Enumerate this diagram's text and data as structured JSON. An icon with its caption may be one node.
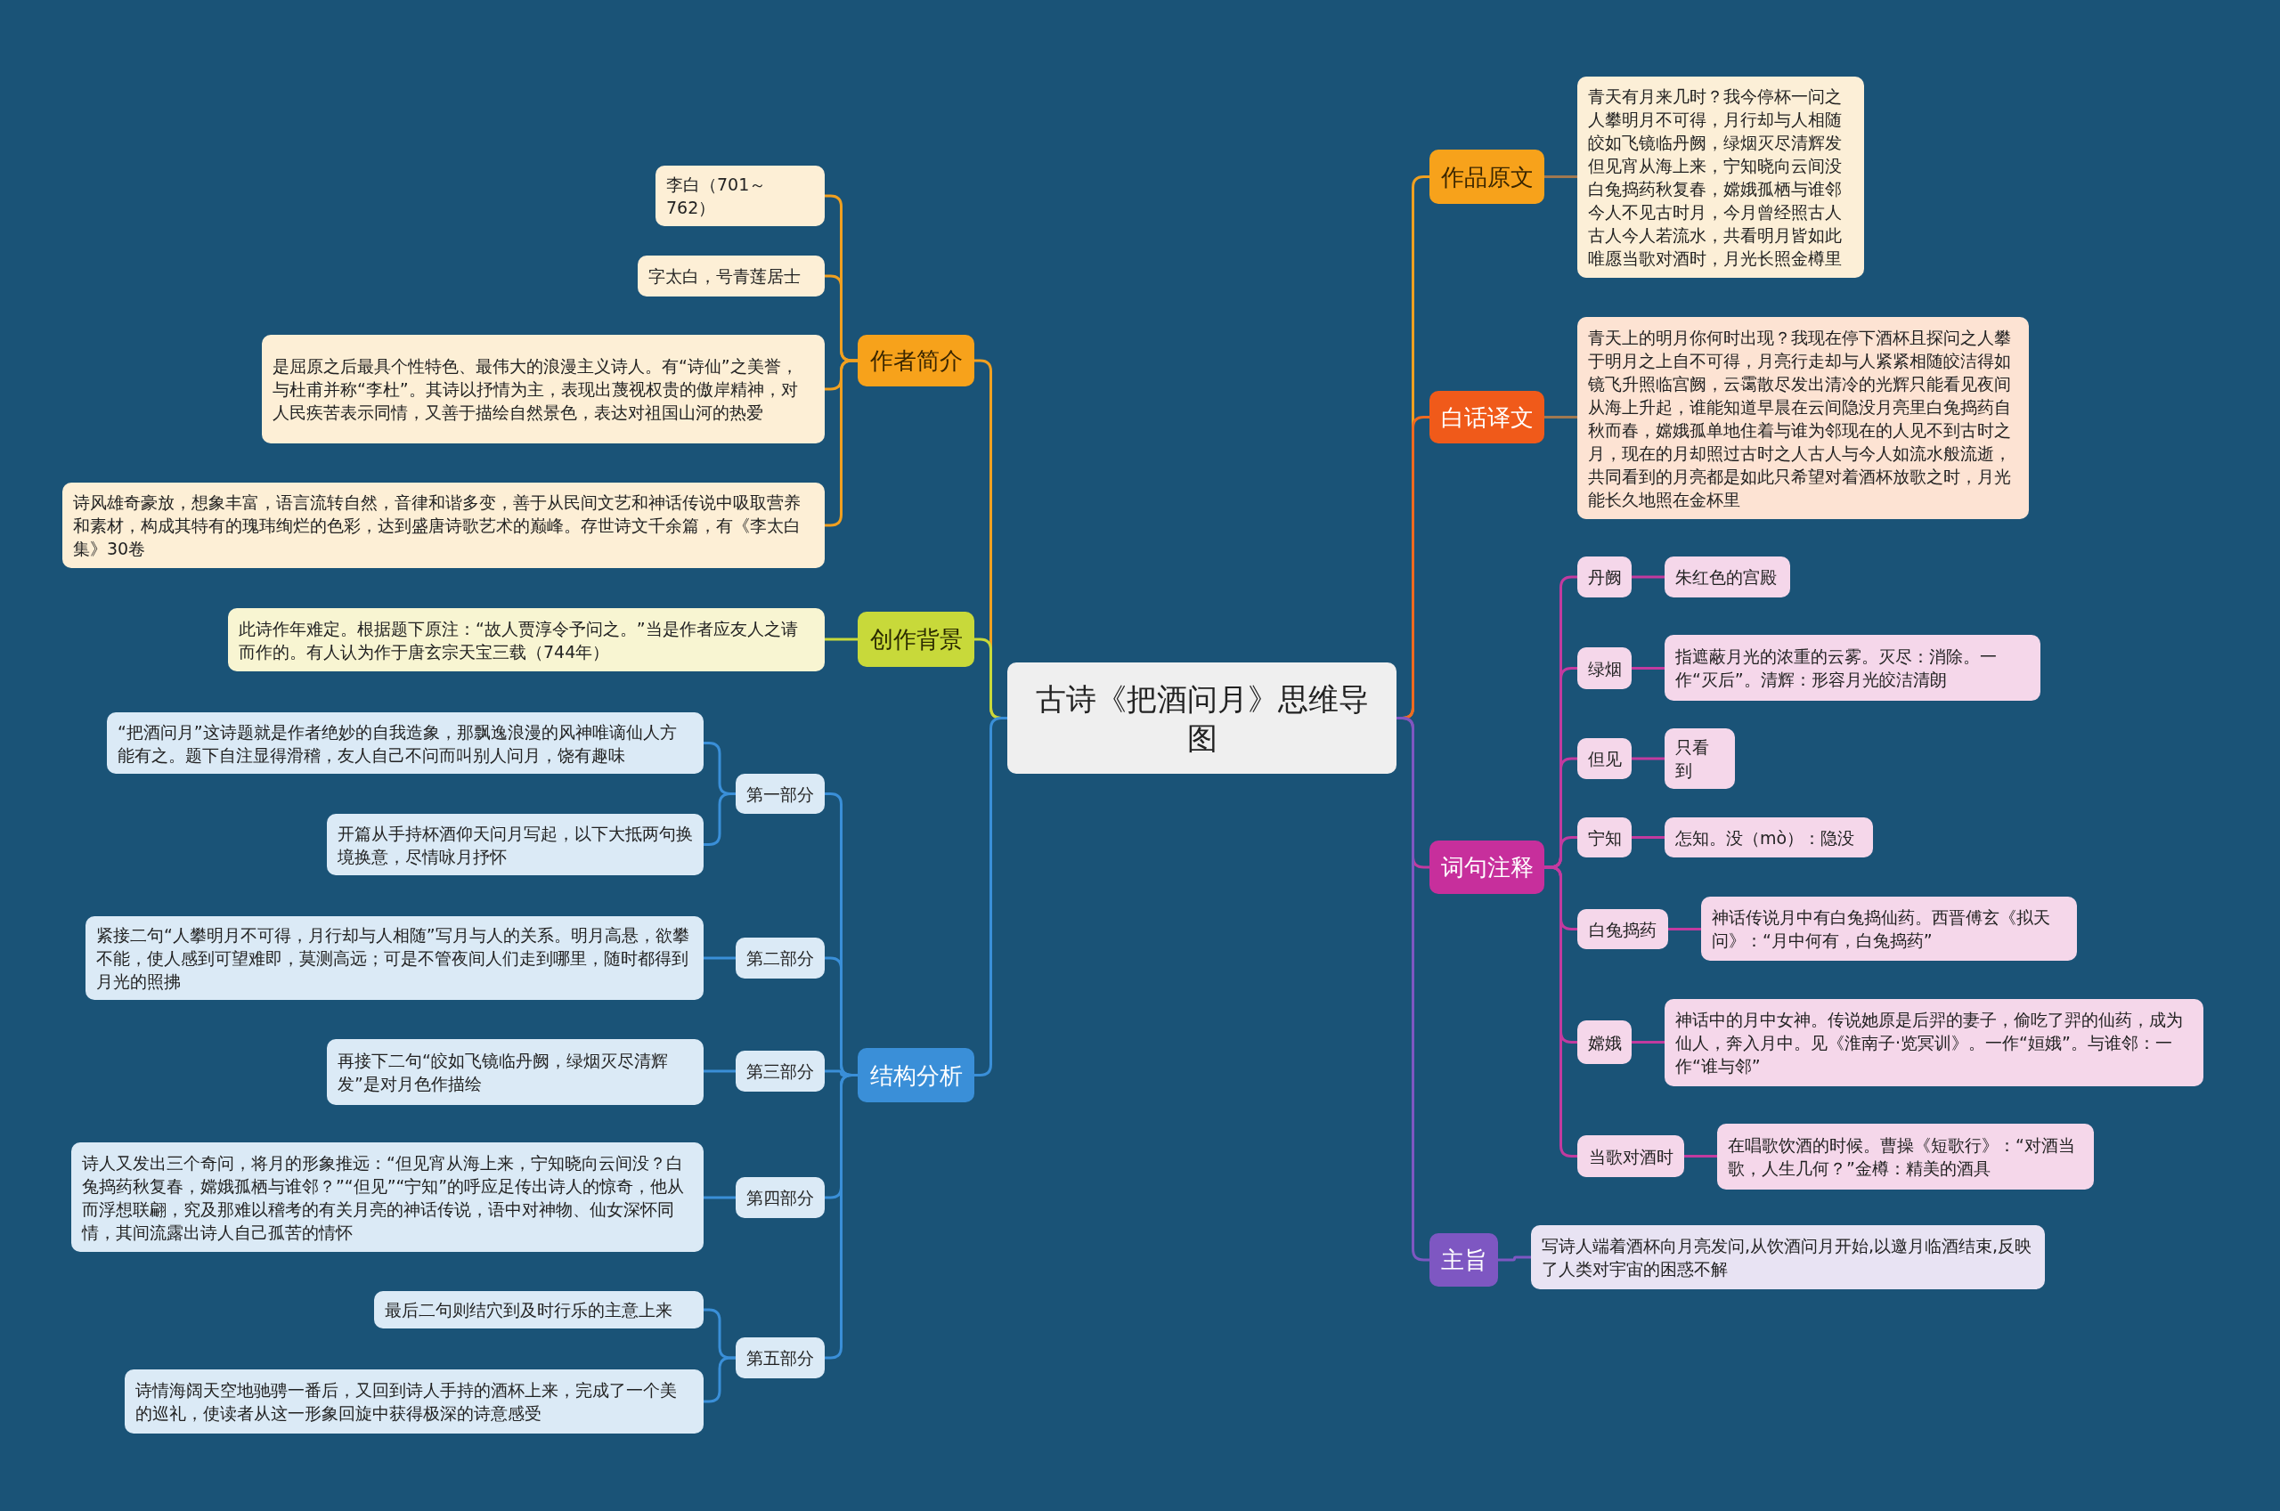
{
  "diagram": {
    "nodes": [
      {
        "text": [
          "古诗《把酒问月》思维导图"
        ]
      },
      {
        "text": [
          "作者简介"
        ]
      },
      {
        "text": [
          "李白（701～762）"
        ]
      },
      {
        "text": [
          "字太白，号青莲居士"
        ]
      },
      {
        "text": [
          "是屈原之后最具个性特色、最伟大的浪漫主义诗人。有“诗仙”之美誉，与杜甫并称“李杜”。其诗以抒情为主，表现出蔑视权贵的傲岸精神，对人民疾苦表示同情，又善于描绘自然景色，表达对祖国山河的热爱"
        ]
      },
      {
        "text": [
          "诗风雄奇豪放，想象丰富，语言流转自然，音律和谐多变，善于从民间文艺和神话传说中吸取营养和素材，构成其特有的瑰玮绚烂的色彩，达到盛唐诗歌艺术的巅峰。存世诗文千余篇，有《李太白集》30卷"
        ]
      },
      {
        "text": [
          "创作背景"
        ]
      },
      {
        "text": [
          "此诗作年难定。根据题下原注：“故人贾淳令予问之。”当是作者应友人之请而作的。有人认为作于唐玄宗天宝三载（744年）"
        ]
      },
      {
        "text": [
          "结构分析"
        ]
      },
      {
        "text": [
          "第一部分"
        ]
      },
      {
        "text": [
          "“把酒问月”这诗题就是作者绝妙的自我造象，那飘逸浪漫的风神唯谪仙人方能有之。题下自注显得滑稽，友人自己不问而叫别人问月，饶有趣味"
        ]
      },
      {
        "text": [
          "开篇从手持杯酒仰天问月写起，以下大抵两句换境换意，尽情咏月抒怀"
        ]
      },
      {
        "text": [
          "第二部分"
        ]
      },
      {
        "text": [
          "紧接二句“人攀明月不可得，月行却与人相随”写月与人的关系。明月高悬，欲攀不能，使人感到可望难即，莫测高远；可是不管夜间人们走到哪里，随时都得到月光的照拂"
        ]
      },
      {
        "text": [
          "第三部分"
        ]
      },
      {
        "text": [
          "再接下二句“皎如飞镜临丹阙，绿烟灭尽清辉发”是对月色作描绘"
        ]
      },
      {
        "text": [
          "第四部分"
        ]
      },
      {
        "text": [
          "诗人又发出三个奇问，将月的形象推远：“但见宵从海上来，宁知晓向云间没？白兔捣药秋复春，嫦娥孤栖与谁邻？”“但见”“宁知”的呼应足传出诗人的惊奇，他从而浮想联翩，究及那难以稽考的有关月亮的神话传说，语中对神物、仙女深怀同情，其间流露出诗人自己孤苦的情怀"
        ]
      },
      {
        "text": [
          "第五部分"
        ]
      },
      {
        "text": [
          "最后二句则结穴到及时行乐的主意上来"
        ]
      },
      {
        "text": [
          "诗情海阔天空地驰骋一番后，又回到诗人手持的酒杯上来，完成了一个美的巡礼，使读者从这一形象回旋中获得极深的诗意感受"
        ]
      },
      {
        "text": [
          "作品原文"
        ]
      },
      {
        "text": [
          "青天有月来几时？我今停杯一问之人攀明月不可得，月行却与人相随皎如飞镜临丹阙，绿烟灭尽清辉发但见宵从海上来，宁知晓向云间没白兔捣药秋复春，嫦娥孤栖与谁邻今人不见古时月，今月曾经照古人古人今人若流水，共看明月皆如此唯愿当歌对酒时，月光长照金樽里"
        ]
      },
      {
        "text": [
          "白话译文"
        ]
      },
      {
        "text": [
          "青天上的明月你何时出现？我现在停下酒杯且探问之人攀于明月之上自不可得，月亮行走却与人紧紧相随皎洁得如镜飞升照临宫阙，云霭散尽发出清冷的光辉只能看见夜间从海上升起，谁能知道早晨在云间隐没月亮里白兔捣药自秋而春，嫦娥孤单地住着与谁为邻现在的人见不到古时之月，现在的月却照过古时之人古人与今人如流水般流逝，共同看到的月亮都是如此只希望对着酒杯放歌之时，月光能长久地照在金杯里"
        ]
      },
      {
        "text": [
          "词句注释"
        ]
      },
      {
        "text": [
          "丹阙"
        ]
      },
      {
        "text": [
          "朱红色的宫殿"
        ]
      },
      {
        "text": [
          "绿烟"
        ]
      },
      {
        "text": [
          "指遮蔽月光的浓重的云雾。灭尽：消除。一作“灭后”。清辉：形容月光皎洁清朗"
        ]
      },
      {
        "text": [
          "但见"
        ]
      },
      {
        "text": [
          "只看到"
        ]
      },
      {
        "text": [
          "宁知"
        ]
      },
      {
        "text": [
          "怎知。没（mò）：隐没"
        ]
      },
      {
        "text": [
          "白兔捣药"
        ]
      },
      {
        "text": [
          "神话传说月中有白兔捣仙药。西晋傅玄《拟天问》：“月中何有，白兔捣药”"
        ]
      },
      {
        "text": [
          "嫦娥"
        ]
      },
      {
        "text": [
          "神话中的月中女神。传说她原是后羿的妻子，偷吃了羿的仙药，成为仙人，奔入月中。见《淮南子·览冥训》。一作“姮娥”。与谁邻：一作“谁与邻”"
        ]
      },
      {
        "text": [
          "当歌对酒时"
        ]
      },
      {
        "text": [
          "在唱歌饮酒的时候。曹操《短歌行》：“对酒当歌，人生几何？”金樽：精美的酒具"
        ]
      },
      {
        "text": [
          "主旨"
        ]
      },
      {
        "text": [
          "写诗人端着酒杯向月亮发问,从饮酒问月开始,以邀月临酒结束,反映了人类对宇宙的困惑不解"
        ]
      }
    ],
    "edges": [
      {
        "from": 0,
        "to": 1,
        "arrow": "none",
        "color": "#f0a020"
      },
      {
        "from": 0,
        "to": 6,
        "arrow": "none",
        "color": "#c8d93a"
      },
      {
        "from": 0,
        "to": 8,
        "arrow": "none",
        "color": "#3a8fd8"
      },
      {
        "from": 0,
        "to": 21,
        "arrow": "none",
        "color": "#f0a020"
      },
      {
        "from": 0,
        "to": 23,
        "arrow": "none",
        "color": "#ef6a1f"
      },
      {
        "from": 0,
        "to": 25,
        "arrow": "none",
        "color": "#c23a9f"
      },
      {
        "from": 0,
        "to": 40,
        "arrow": "none",
        "color": "#7e57c2"
      },
      {
        "from": 1,
        "to": 2,
        "arrow": "none",
        "color": "#f0a020"
      },
      {
        "from": 1,
        "to": 3,
        "arrow": "none",
        "color": "#f0a020"
      },
      {
        "from": 1,
        "to": 4,
        "arrow": "none",
        "color": "#f0a020"
      },
      {
        "from": 1,
        "to": 5,
        "arrow": "none",
        "color": "#f0a020"
      },
      {
        "from": 6,
        "to": 7,
        "arrow": "none",
        "color": "#c8d93a"
      },
      {
        "from": 8,
        "to": 9,
        "arrow": "none",
        "color": "#3a8fd8"
      },
      {
        "from": 8,
        "to": 12,
        "arrow": "none",
        "color": "#3a8fd8"
      },
      {
        "from": 8,
        "to": 14,
        "arrow": "none",
        "color": "#3a8fd8"
      },
      {
        "from": 8,
        "to": 16,
        "arrow": "none",
        "color": "#3a8fd8"
      },
      {
        "from": 8,
        "to": 18,
        "arrow": "none",
        "color": "#3a8fd8"
      },
      {
        "from": 9,
        "to": 10,
        "arrow": "none",
        "color": "#3a8fd8"
      },
      {
        "from": 9,
        "to": 11,
        "arrow": "none",
        "color": "#3a8fd8"
      },
      {
        "from": 12,
        "to": 13,
        "arrow": "none",
        "color": "#3a8fd8"
      },
      {
        "from": 14,
        "to": 15,
        "arrow": "none",
        "color": "#3a8fd8"
      },
      {
        "from": 16,
        "to": 17,
        "arrow": "none",
        "color": "#3a8fd8"
      },
      {
        "from": 18,
        "to": 19,
        "arrow": "none",
        "color": "#3a8fd8"
      },
      {
        "from": 18,
        "to": 20,
        "arrow": "none",
        "color": "#3a8fd8"
      },
      {
        "from": 21,
        "to": 22,
        "arrow": "none",
        "color": "#a07850"
      },
      {
        "from": 23,
        "to": 24,
        "arrow": "none",
        "color": "#a07850"
      },
      {
        "from": 25,
        "to": 26,
        "arrow": "none",
        "color": "#c23a9f"
      },
      {
        "from": 25,
        "to": 28,
        "arrow": "none",
        "color": "#c23a9f"
      },
      {
        "from": 25,
        "to": 30,
        "arrow": "none",
        "color": "#c23a9f"
      },
      {
        "from": 25,
        "to": 32,
        "arrow": "none",
        "color": "#c23a9f"
      },
      {
        "from": 25,
        "to": 34,
        "arrow": "none",
        "color": "#c23a9f"
      },
      {
        "from": 25,
        "to": 36,
        "arrow": "none",
        "color": "#c23a9f"
      },
      {
        "from": 25,
        "to": 38,
        "arrow": "none",
        "color": "#c23a9f"
      },
      {
        "from": 26,
        "to": 27,
        "arrow": "none",
        "color": "#c23a9f"
      },
      {
        "from": 28,
        "to": 29,
        "arrow": "none",
        "color": "#c23a9f"
      },
      {
        "from": 30,
        "to": 31,
        "arrow": "none",
        "color": "#c23a9f"
      },
      {
        "from": 32,
        "to": 33,
        "arrow": "none",
        "color": "#c23a9f"
      },
      {
        "from": 34,
        "to": 35,
        "arrow": "none",
        "color": "#c23a9f"
      },
      {
        "from": 36,
        "to": 37,
        "arrow": "none",
        "color": "#c23a9f"
      },
      {
        "from": 38,
        "to": 39,
        "arrow": "none",
        "color": "#c23a9f"
      },
      {
        "from": 40,
        "to": 41,
        "arrow": "none",
        "color": "#7e57c2"
      }
    ]
  }
}
